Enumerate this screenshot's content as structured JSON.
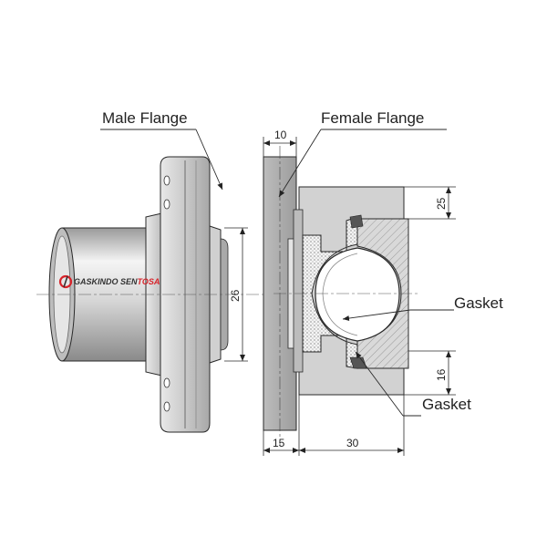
{
  "labels": {
    "male_flange": "Male Flange",
    "female_flange": "Female Flange",
    "gasket_upper": "Gasket",
    "gasket_lower": "Gasket"
  },
  "dimensions": {
    "top_width": "10",
    "vertical_height": "26",
    "right_top": "25",
    "right_bottom": "16",
    "bottom_left": "15",
    "bottom_right": "30"
  },
  "logo": {
    "text_primary": "GASKINDO SEN",
    "text_accent": "TOSA"
  },
  "colors": {
    "line": "#2a2a2a",
    "metal_light": "#f2f2f2",
    "metal_mid": "#c8c8c8",
    "metal_dark": "#8c8c8c",
    "section": "#d6d6d6",
    "gasket_fill": "#eeeeee",
    "logo_red": "#d8232a",
    "logo_dark": "#333333"
  }
}
